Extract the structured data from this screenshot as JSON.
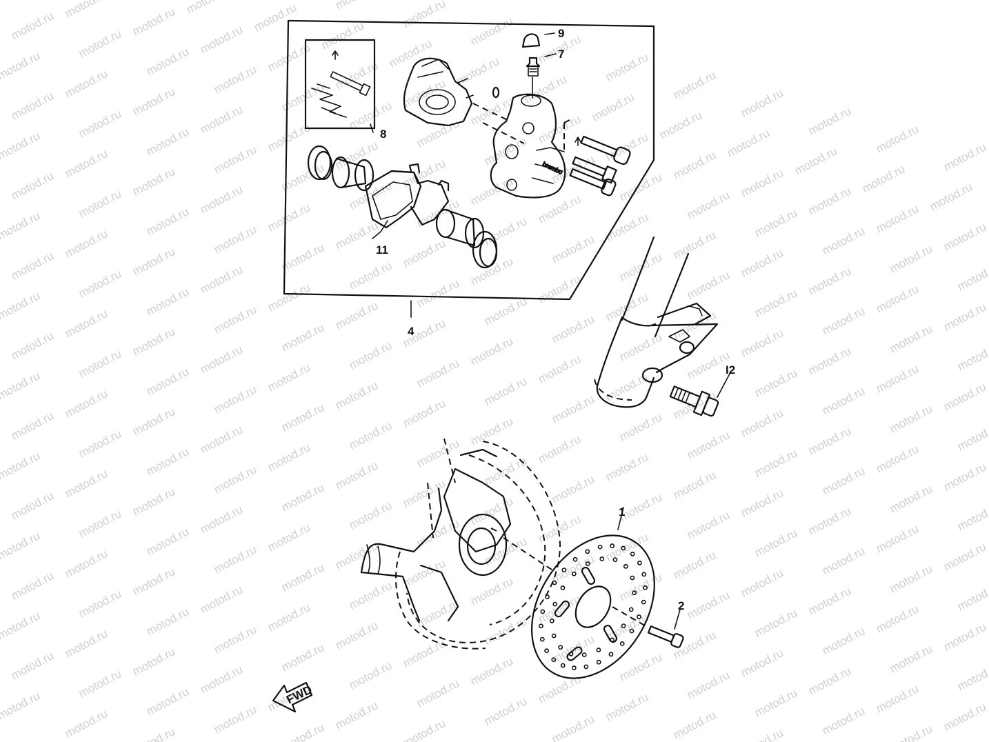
{
  "watermark": {
    "text": "motod.ru"
  },
  "fwd_label": "FWD",
  "callouts": [
    {
      "id": "1",
      "text": "1"
    },
    {
      "id": "2",
      "text": "2"
    },
    {
      "id": "4",
      "text": "4"
    },
    {
      "id": "7",
      "text": "7"
    },
    {
      "id": "8",
      "text": "8"
    },
    {
      "id": "9",
      "text": "9"
    },
    {
      "id": "11",
      "text": "11"
    },
    {
      "id": "12",
      "text": "I2"
    }
  ]
}
